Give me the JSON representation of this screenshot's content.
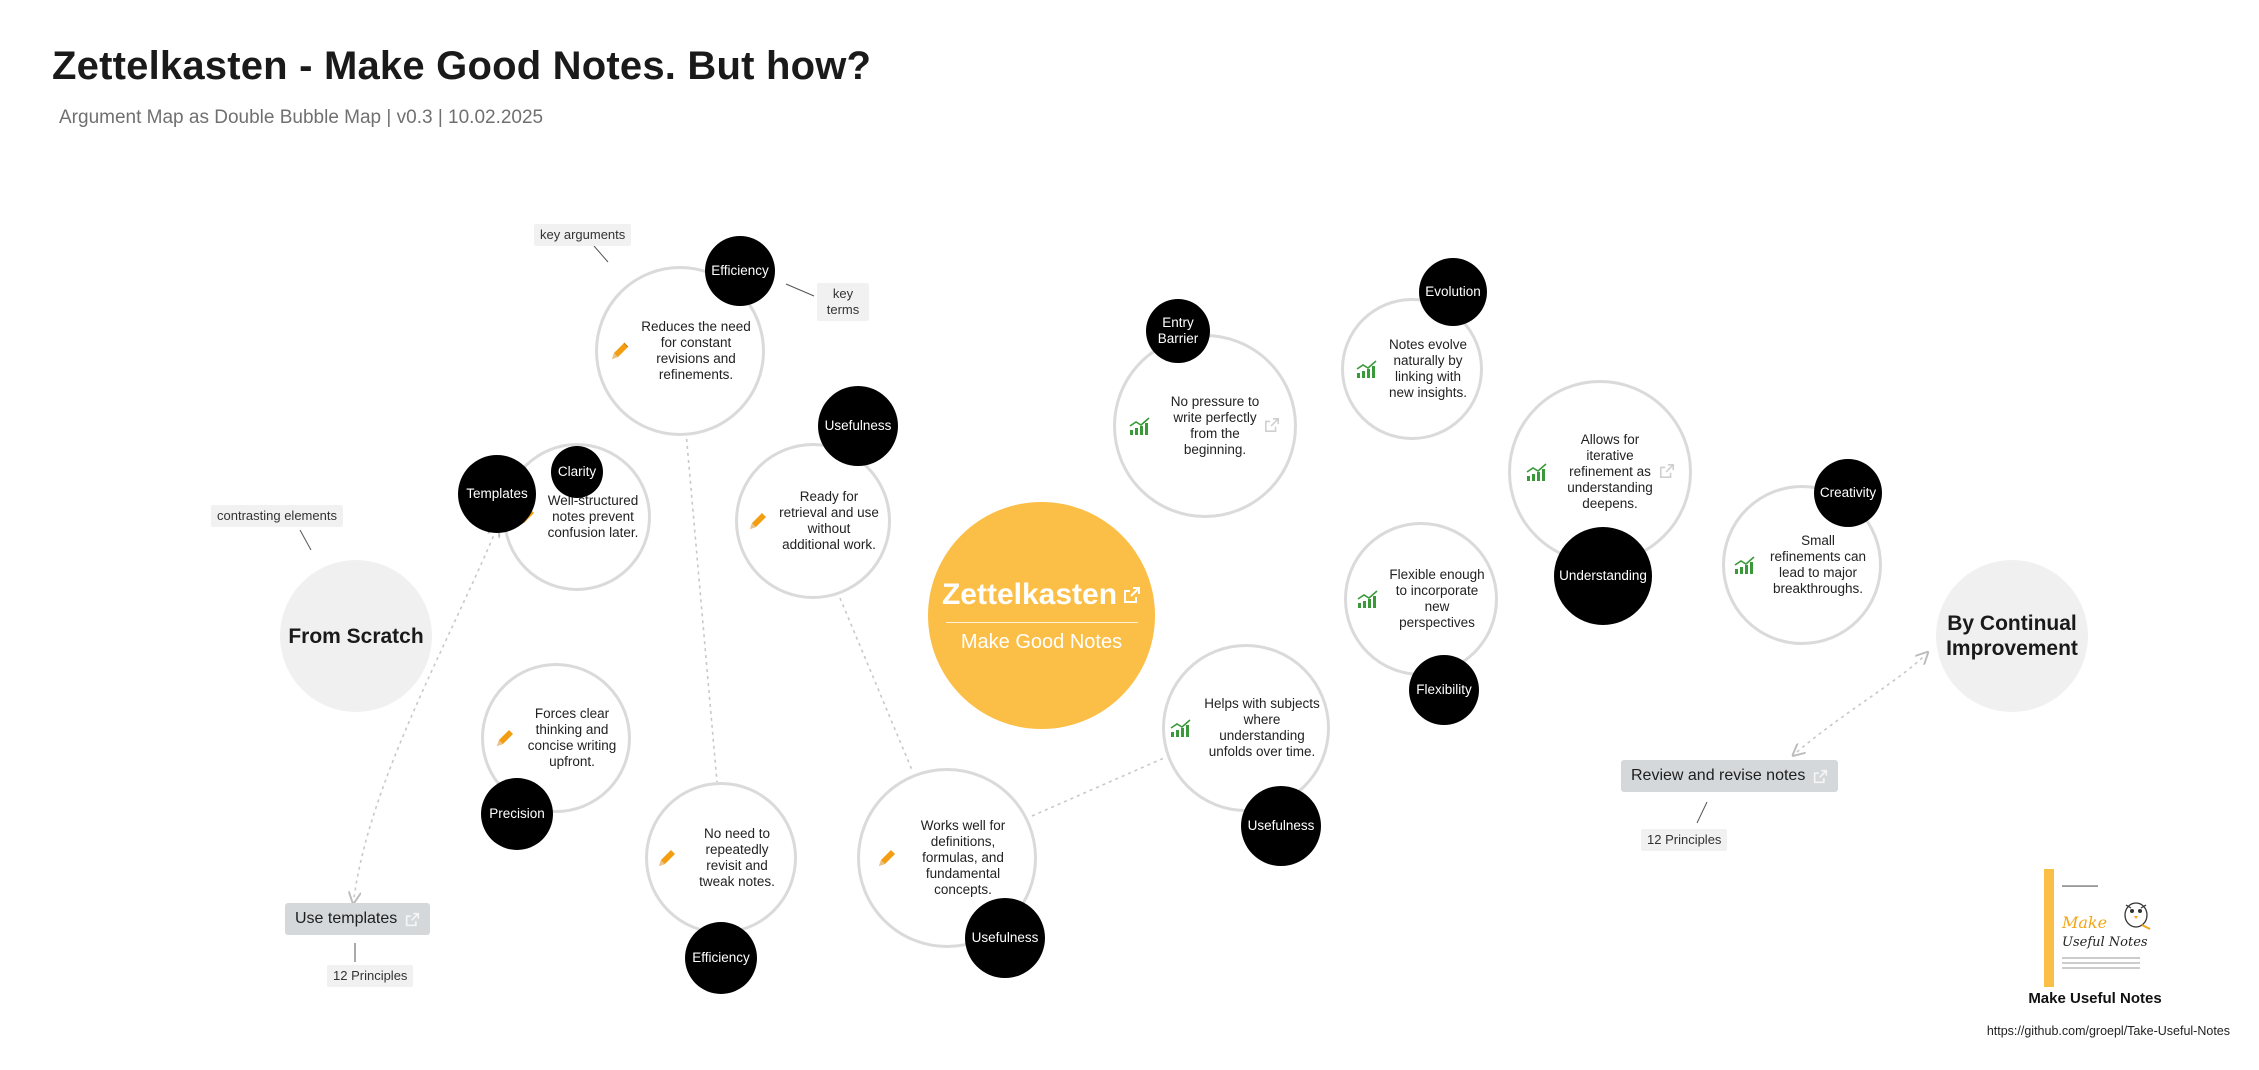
{
  "header": {
    "title": "Zettelkasten - Make Good Notes. But how?",
    "subtitle": "Argument Map as Double Bubble Map | v0.3 | 10.02.2025"
  },
  "center": {
    "title": "Zettelkasten",
    "subtitle": "Make Good Notes"
  },
  "sides": {
    "left": "From Scratch",
    "right": "By Continual Improvement"
  },
  "annotations": {
    "key_arguments": "key arguments",
    "key_terms": "key terms",
    "contrasting_elements": "contrasting elements"
  },
  "pills": {
    "left": {
      "label": "Use templates",
      "sub": "12 Principles"
    },
    "right": {
      "label": "Review and revise notes",
      "sub": "12 Principles"
    }
  },
  "left_arguments": [
    {
      "text": "Reduces the need for constant revisions and refinements.",
      "term": "Efficiency"
    },
    {
      "text": "Well-structured notes prevent confusion later.",
      "term": "Clarity"
    },
    {
      "text": "Ready for retrieval and use without additional work.",
      "term": "Usefulness"
    },
    {
      "text": "Forces clear thinking and concise writing upfront.",
      "term": "Precision"
    },
    {
      "text": "No need to repeatedly revisit and tweak notes.",
      "term": "Efficiency"
    },
    {
      "text": "Works well for definitions, formulas, and fundamental concepts.",
      "term": "Usefulness"
    }
  ],
  "templates_term": "Templates",
  "right_arguments": [
    {
      "text": "No pressure to write perfectly from the beginning.",
      "term": "Entry Barrier"
    },
    {
      "text": "Notes evolve naturally by linking with new insights.",
      "term": "Evolution"
    },
    {
      "text": "Allows for iterative refinement as understanding deepens.",
      "term": "Understanding"
    },
    {
      "text": "Flexible enough to incorporate new perspectives",
      "term": "Flexibility"
    },
    {
      "text": "Small refinements can lead to major breakthroughs.",
      "term": "Creativity"
    },
    {
      "text": "Helps with subjects where understanding unfolds over time.",
      "term": "Usefulness"
    }
  ],
  "book": {
    "title": "Make Useful Notes",
    "url": "https://github.com/groepl/Take-Useful-Notes",
    "cover_line1": "Make",
    "cover_line2": "Useful Notes"
  },
  "colors": {
    "accent": "#fbbf47",
    "term_bg": "#000000",
    "pencil": "#f29d12",
    "chart_icon": "#3a9a3a",
    "bubble_border": "#dadada"
  }
}
